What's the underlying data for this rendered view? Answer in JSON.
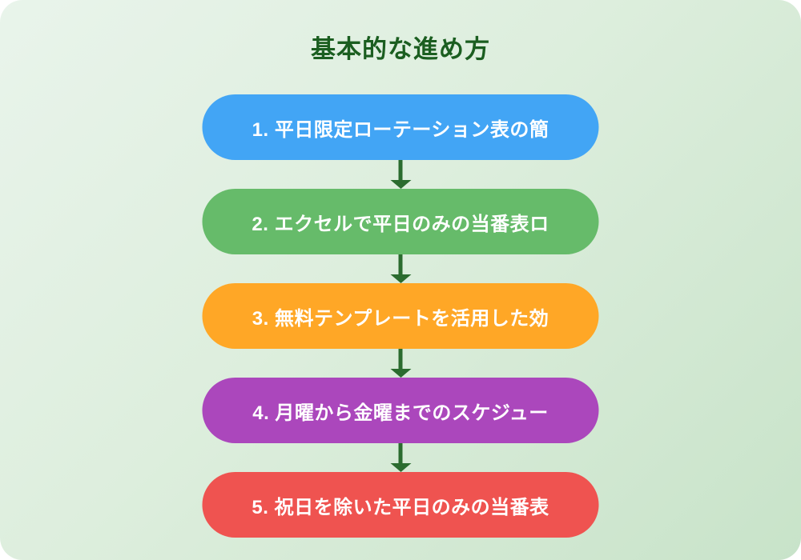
{
  "page": {
    "title": "基本的な進め方"
  },
  "flow": {
    "arrow_color": "#2B6C2F",
    "steps": [
      {
        "label": "1. 平日限定ローテーション表の簡",
        "color": "#42A5F5"
      },
      {
        "label": "2. エクセルで平日のみの当番表ロ",
        "color": "#66BB6A"
      },
      {
        "label": "3. 無料テンプレートを活用した効",
        "color": "#FFA726"
      },
      {
        "label": "4. 月曜から金曜までのスケジュー",
        "color": "#AB47BC"
      },
      {
        "label": "5. 祝日を除いた平日のみの当番表",
        "color": "#EF5350"
      }
    ]
  },
  "colors": {
    "title_text": "#1B5E20",
    "step_text": "#FFFFFF",
    "background_gradient_start": "#E9F4EB",
    "background_gradient_end": "#C8E3C9"
  }
}
